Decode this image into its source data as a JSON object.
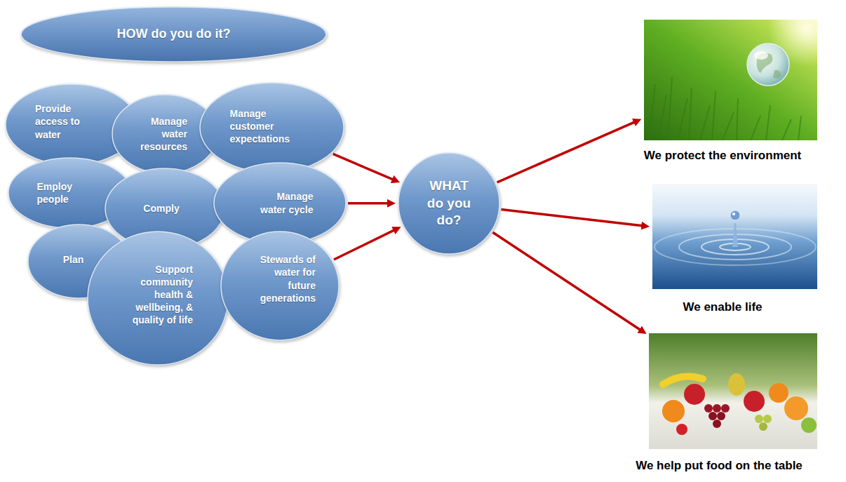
{
  "diagram": {
    "nodes": [
      {
        "text": [
          "HOW do you do it?"
        ]
      },
      {
        "text": [
          "Provide access to water"
        ]
      },
      {
        "text": [
          "Manage water resources"
        ]
      },
      {
        "text": [
          "Manage customer expectations"
        ]
      },
      {
        "text": [
          "Employ people"
        ]
      },
      {
        "text": [
          "Comply"
        ]
      },
      {
        "text": [
          "Manage water cycle"
        ]
      },
      {
        "text": [
          "Plan"
        ]
      },
      {
        "text": [
          "Support community health & wellbeing, & quality of life"
        ]
      },
      {
        "text": [
          "Stewards of water for future generations"
        ]
      },
      {
        "text": [
          "WHAT do you do?"
        ]
      },
      {
        "text": [
          "We protect the environment"
        ]
      },
      {
        "text": [
          "We enable life"
        ]
      },
      {
        "text": [
          "We help put food on the table"
        ]
      }
    ],
    "edges": [
      {
        "from": 3,
        "to": 10,
        "arrow": "to"
      },
      {
        "from": 6,
        "to": 10,
        "arrow": "to"
      },
      {
        "from": 9,
        "to": 10,
        "arrow": "to"
      },
      {
        "from": 10,
        "to": 11,
        "arrow": "to"
      },
      {
        "from": 10,
        "to": 12,
        "arrow": "to"
      },
      {
        "from": 10,
        "to": 13,
        "arrow": "to"
      }
    ]
  }
}
